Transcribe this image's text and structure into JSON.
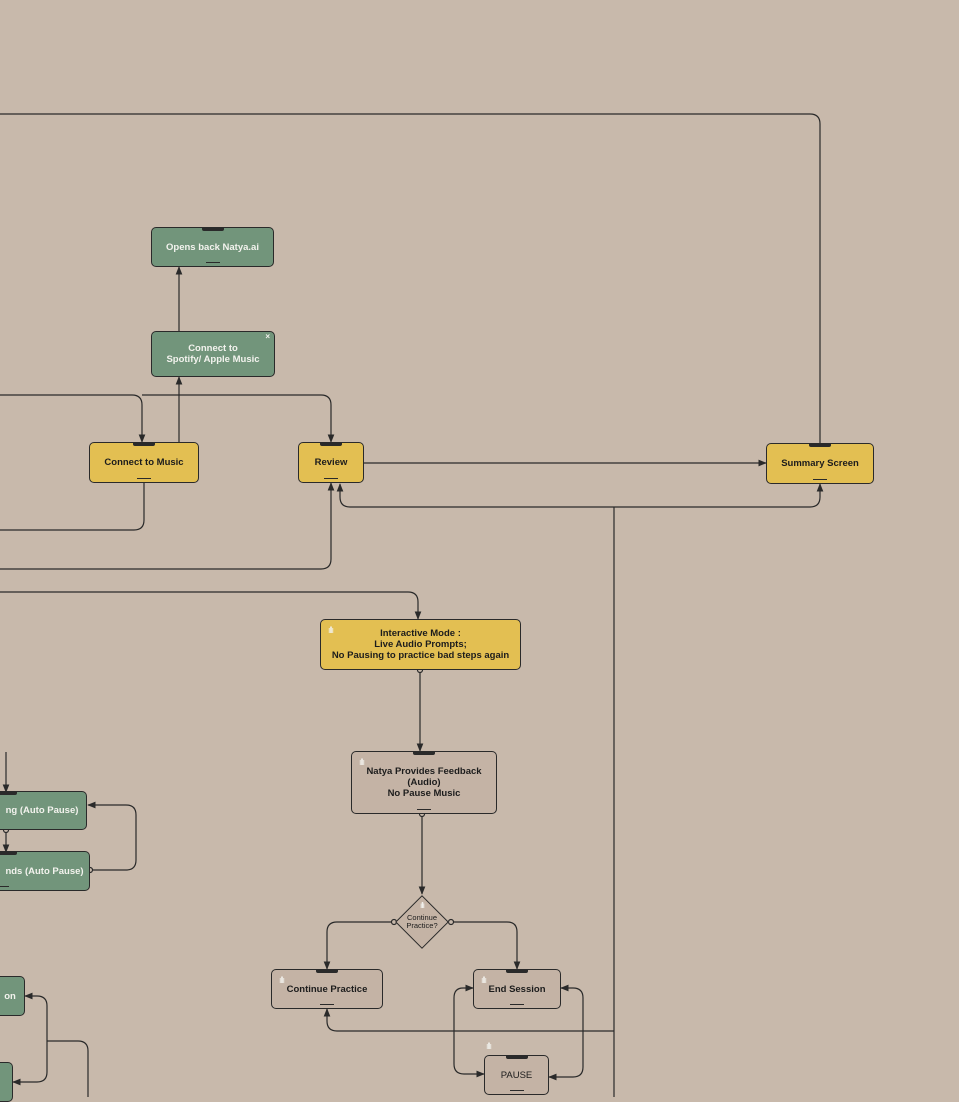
{
  "nodes": {
    "opens_back": "Opens back Natya.ai",
    "connect_spotify": "Connect to\nSpotify/ Apple Music",
    "connect_music": "Connect to Music",
    "review": "Review",
    "summary": "Summary Screen",
    "interactive": "Interactive Mode :\nLive Audio Prompts;\nNo Pausing to practice bad steps again",
    "feedback": "Natya Provides Feedback\n(Audio)\nNo Pause Music",
    "auto_pause_1": "ng (Auto Pause)",
    "auto_pause_2": "nds (Auto Pause)",
    "partial_on": "on",
    "continue_practice": "Continue Practice",
    "end_session": "End Session",
    "pause": "PAUSE"
  },
  "decision": {
    "label": "Continue\nPractice?"
  },
  "icons": {
    "audio": "audio-wave-icon",
    "audio_glyph": "ıllı",
    "close": "close-icon",
    "close_glyph": "×"
  },
  "colors": {
    "background": "#c8b9ab",
    "green": "#72957b",
    "yellow": "#e3bf52",
    "gray": "#c4b3a5",
    "stroke": "#2a2a2a"
  }
}
